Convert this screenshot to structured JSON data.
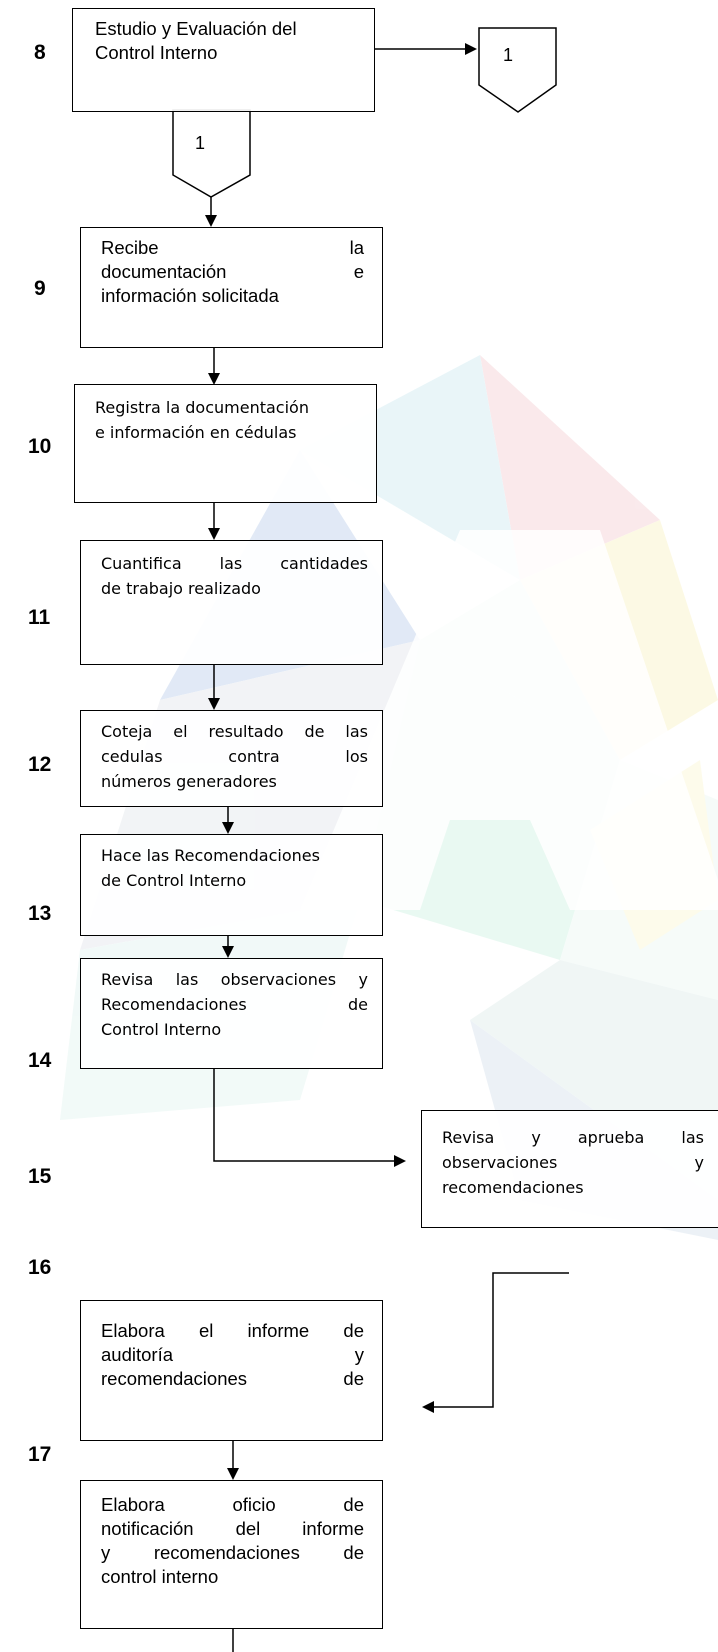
{
  "diagram": {
    "connectors": {
      "offpage_right": "1",
      "offpage_below": "1"
    },
    "steps": [
      {
        "number": "8",
        "text": [
          "Estudio y Evaluación del",
          "Control Interno"
        ]
      },
      {
        "number": "9",
        "text": [
          "Recibe la",
          "documentación e",
          "información solicitada"
        ]
      },
      {
        "number": "10",
        "text": [
          "Registra la documentación",
          "e  información en cédulas"
        ]
      },
      {
        "number": "11",
        "text": [
          "Cuantifica las cantidades",
          "de trabajo realizado"
        ]
      },
      {
        "number": "12",
        "text": [
          "Coteja el resultado de las",
          "cedulas contra los",
          "números generadores"
        ]
      },
      {
        "number": "13",
        "text": [
          "Hace las Recomendaciones",
          "de Control Interno"
        ]
      },
      {
        "number": "14",
        "text": [
          "Revisa las observaciones y",
          "Recomendaciones de",
          "Control Interno"
        ]
      },
      {
        "number": "15",
        "text": [
          "Revisa y aprueba las",
          "observaciones y",
          "recomendaciones"
        ]
      },
      {
        "number": "16",
        "text": [
          "Elabora el informe de",
          "auditoría y",
          "recomendaciones de"
        ]
      },
      {
        "number": "17",
        "text": [
          "Elabora oficio de",
          "notificación del informe",
          "y recomendaciones de",
          "control interno"
        ]
      }
    ]
  }
}
